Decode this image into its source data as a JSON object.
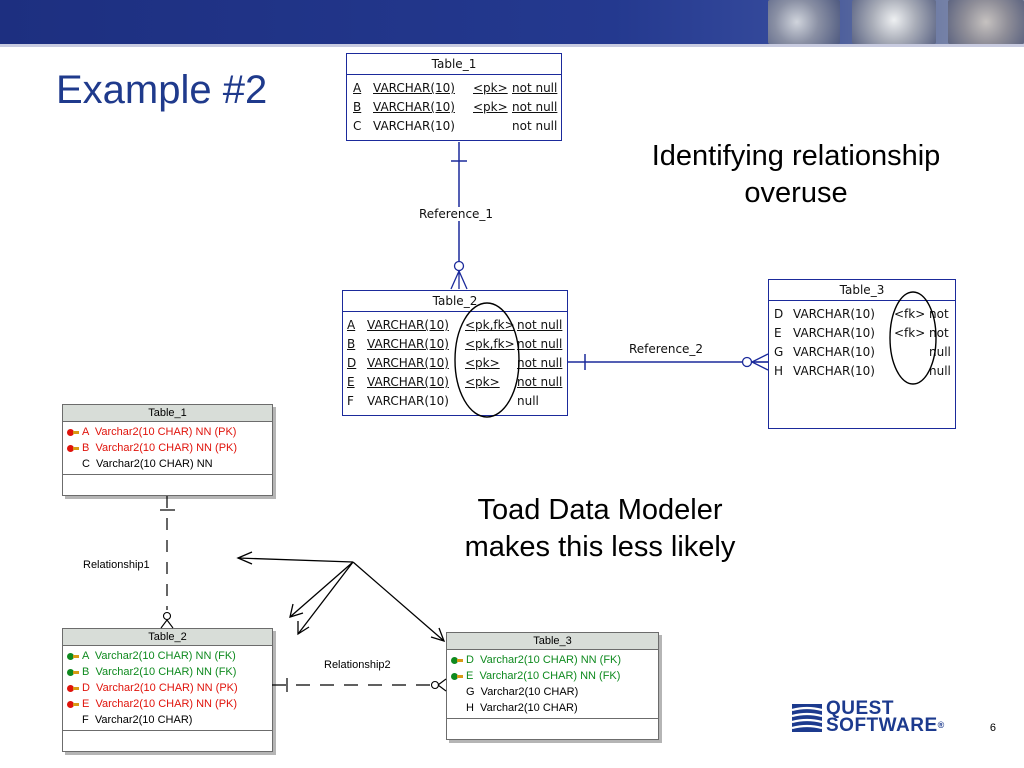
{
  "slide": {
    "title": "Example #2",
    "text_identifying": [
      "Identifying relationship",
      "overuse"
    ],
    "text_toad": [
      "Toad Data Modeler",
      "makes this less likely"
    ],
    "page_number": "6"
  },
  "logo": {
    "line1": "QUEST",
    "line2": "SOFTWARE",
    "reg": "®"
  },
  "pd_diagram": {
    "table_1": {
      "title": "Table_1",
      "rows": [
        {
          "name": "A",
          "type": "VARCHAR(10)",
          "key": "<pk>",
          "null": "not null",
          "underlined": true
        },
        {
          "name": "B",
          "type": "VARCHAR(10)",
          "key": "<pk>",
          "null": "not null",
          "underlined": true
        },
        {
          "name": "C",
          "type": "VARCHAR(10)",
          "key": "",
          "null": "not null",
          "underlined": false
        }
      ]
    },
    "table_2": {
      "title": "Table_2",
      "rows": [
        {
          "name": "A",
          "type": "VARCHAR(10)",
          "key": "<pk,fk>",
          "null": "not null",
          "underlined": true
        },
        {
          "name": "B",
          "type": "VARCHAR(10)",
          "key": "<pk,fk>",
          "null": "not null",
          "underlined": true
        },
        {
          "name": "D",
          "type": "VARCHAR(10)",
          "key": "<pk>",
          "null": "not null",
          "underlined": true
        },
        {
          "name": "E",
          "type": "VARCHAR(10)",
          "key": "<pk>",
          "null": "not null",
          "underlined": true
        },
        {
          "name": "F",
          "type": "VARCHAR(10)",
          "key": "",
          "null": "null",
          "underlined": false
        }
      ]
    },
    "table_3": {
      "title": "Table_3",
      "rows": [
        {
          "name": "D",
          "type": "VARCHAR(10)",
          "key": "<fk>",
          "null": "not"
        },
        {
          "name": "E",
          "type": "VARCHAR(10)",
          "key": "<fk>",
          "null": "not"
        },
        {
          "name": "G",
          "type": "VARCHAR(10)",
          "key": "",
          "null": "null"
        },
        {
          "name": "H",
          "type": "VARCHAR(10)",
          "key": "",
          "null": "null"
        }
      ]
    },
    "reference_1": "Reference_1",
    "reference_2": "Reference_2"
  },
  "toad_diagram": {
    "table_1": {
      "title": "Table_1",
      "rows": [
        {
          "text": "A  Varchar2(10 CHAR) NN (PK)",
          "color": "red",
          "key": true
        },
        {
          "text": "B  Varchar2(10 CHAR) NN (PK)",
          "color": "red",
          "key": true
        },
        {
          "text": "C  Varchar2(10 CHAR) NN",
          "color": "black",
          "key": false
        }
      ]
    },
    "table_2": {
      "title": "Table_2",
      "rows": [
        {
          "text": "A  Varchar2(10 CHAR) NN (FK)",
          "color": "green",
          "key": true
        },
        {
          "text": "B  Varchar2(10 CHAR) NN (FK)",
          "color": "green",
          "key": true
        },
        {
          "text": "D  Varchar2(10 CHAR) NN (PK)",
          "color": "red",
          "key": true
        },
        {
          "text": "E  Varchar2(10 CHAR) NN (PK)",
          "color": "red",
          "key": true
        },
        {
          "text": "F  Varchar2(10 CHAR)",
          "color": "black",
          "key": false
        }
      ]
    },
    "table_3": {
      "title": "Table_3",
      "rows": [
        {
          "text": "D  Varchar2(10 CHAR) NN (FK)",
          "color": "green",
          "key": true
        },
        {
          "text": "E  Varchar2(10 CHAR) NN (FK)",
          "color": "green",
          "key": true
        },
        {
          "text": "G  Varchar2(10 CHAR)",
          "color": "black",
          "key": false
        },
        {
          "text": "H  Varchar2(10 CHAR)",
          "color": "black",
          "key": false
        }
      ]
    },
    "relationship_1": "Relationship1",
    "relationship_2": "Relationship2"
  },
  "colors": {
    "banner": "#24398f",
    "title": "#1f3a8c",
    "pd_border": "#1b2a9b",
    "pk": "#e0140c",
    "fk": "#0f8a1f"
  }
}
